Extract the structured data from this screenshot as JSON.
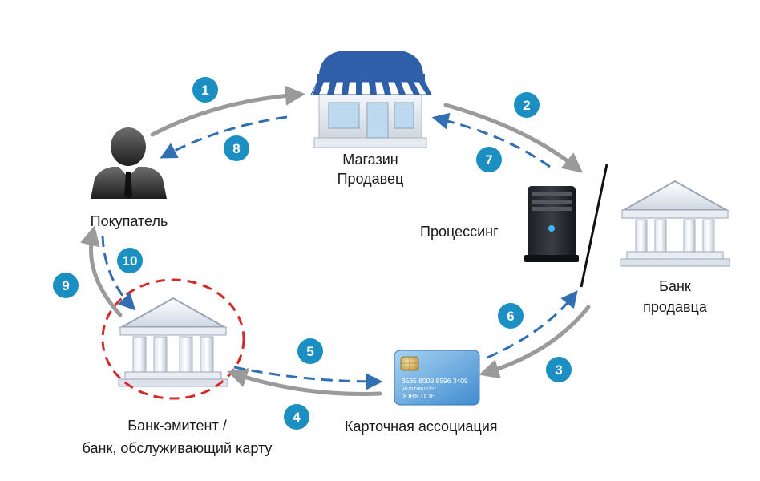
{
  "nodes": {
    "shop": {
      "line1": "Магазин",
      "line2": "Продавец"
    },
    "buyer": {
      "label": "Покупатель"
    },
    "processing": {
      "label": "Процессинг"
    },
    "merchant_bank": {
      "line1": "Банк",
      "line2": "продавца"
    },
    "card_association": {
      "label": "Карточная ассоциация"
    },
    "issuer_bank": {
      "line1": "Банк-эмитент /",
      "line2": "банк, обслуживающий карту"
    }
  },
  "card": {
    "number": "3565 8009 8596 3409",
    "valid_thru": "VALID THRU 12/17",
    "holder": "JOHN DOE"
  },
  "steps": [
    "1",
    "2",
    "3",
    "4",
    "5",
    "6",
    "7",
    "8",
    "9",
    "10"
  ],
  "colors": {
    "step_badge": "#1b8fc2",
    "solid_arrow": "#9a9a9a",
    "dashed_arrow": "#2f6fb2",
    "issuer_highlight": "#d42a2a",
    "shop_awning": "#2e5fa8"
  }
}
